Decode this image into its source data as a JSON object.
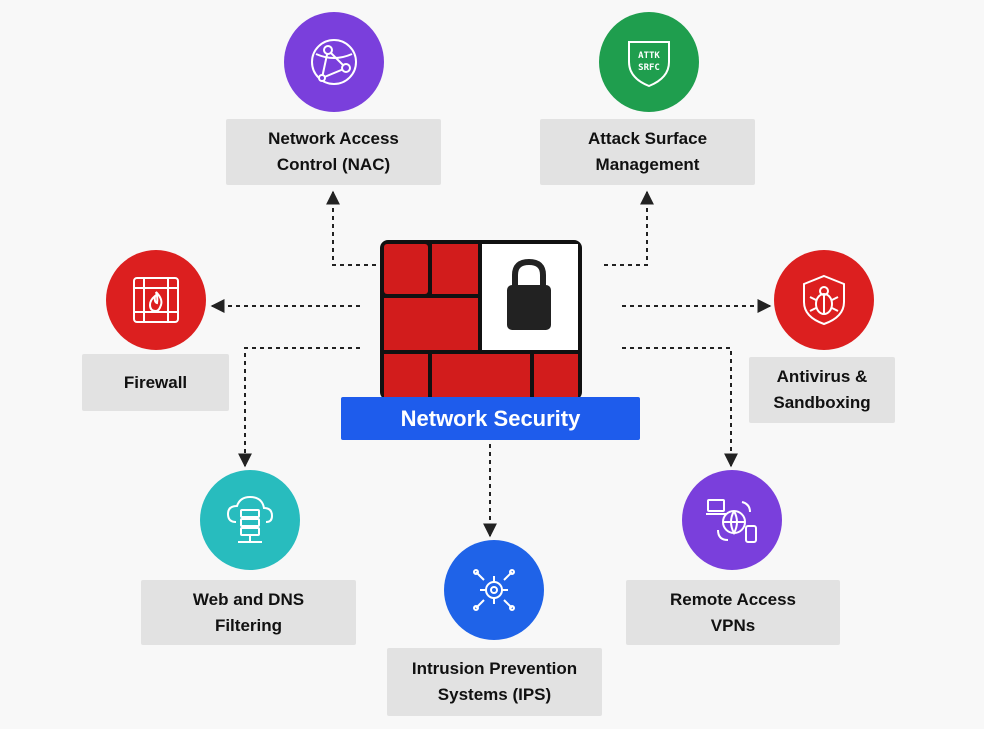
{
  "center": {
    "title": "Network Security"
  },
  "colors": {
    "purple": "#7a3fdc",
    "green": "#1f9e4e",
    "red": "#dc1f1f",
    "teal": "#28bcbe",
    "blue": "#1f63e8",
    "wall_red": "#d21c1c",
    "center_blue": "#1e5cec"
  },
  "nodes": {
    "nac": {
      "label": "Network Access\nControl (NAC)",
      "icon": "globe-network-icon",
      "color": "purple"
    },
    "asm": {
      "label": "Attack Surface\nManagement",
      "icon": "shield-attk-srfc-icon",
      "icon_text": [
        "ATTK",
        "SRFC"
      ],
      "color": "green"
    },
    "firewall": {
      "label": "Firewall",
      "icon": "firewall-flame-icon",
      "color": "red"
    },
    "antivirus": {
      "label": "Antivirus &\nSandboxing",
      "icon": "bug-shield-icon",
      "color": "red"
    },
    "webdns": {
      "label": "Web and DNS\nFiltering",
      "icon": "cloud-server-icon",
      "color": "teal"
    },
    "ips": {
      "label": "Intrusion Prevention\nSystems (IPS)",
      "icon": "gear-network-icon",
      "color": "blue"
    },
    "vpn": {
      "label": "Remote Access\nVPNs",
      "icon": "remote-globe-devices-icon",
      "color": "purple"
    }
  }
}
